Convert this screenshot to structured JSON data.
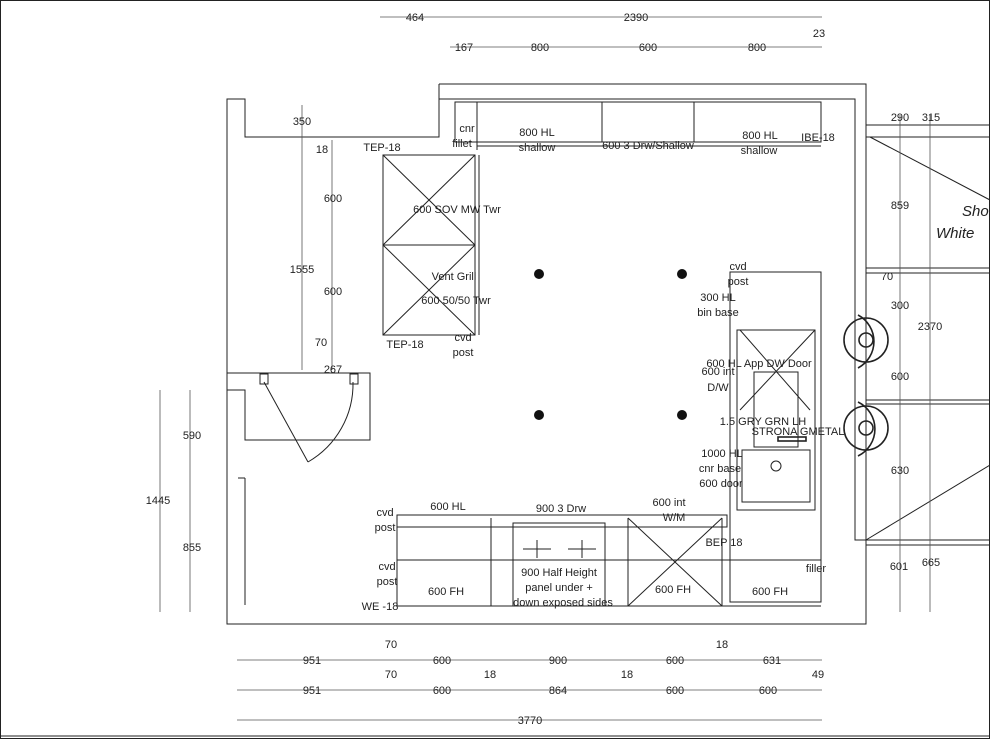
{
  "dimensions": {
    "top_row1": [
      "464",
      "2390"
    ],
    "top_row2": [
      "167",
      "800",
      "600",
      "800",
      "23"
    ],
    "left_inner": [
      "350",
      "18",
      "600",
      "1555",
      "600",
      "70",
      "267"
    ],
    "left_outer": [
      "590",
      "1445",
      "855"
    ],
    "right": [
      "290",
      "315",
      "859",
      "70",
      "300",
      "2370",
      "600",
      "630",
      "601",
      "665"
    ],
    "bottom_row1": [
      "951",
      "70",
      "600",
      "900",
      "18",
      "600",
      "631"
    ],
    "bottom_row2": [
      "951",
      "70",
      "18",
      "600",
      "864",
      "18",
      "600",
      "600",
      "49"
    ],
    "bottom_total": "3770"
  },
  "labels": {
    "tep18_top": "TEP-18",
    "cnr": "cnr",
    "fillet": "fillet",
    "hl800_left": "800 HL",
    "shallow_left": "shallow",
    "drw_shallow": "600 3 Drw/Shallow",
    "hl800_right": "800 HL",
    "shallow_right": "shallow",
    "ibe18": "IBE-18",
    "sov_mw": "600 SOV MW Twr",
    "vent_grill": "Vent Grill",
    "twr5050": "600 50/50 Twr",
    "cvd1": "cvd",
    "post1": "post",
    "tep18_bottom": "TEP-18",
    "cvd2": "cvd",
    "post2": "post",
    "hl300": "300 HL",
    "bin_base": "bin base",
    "app_dw": "600 HL App DW Door",
    "int600": "600 int",
    "dw": "D/W",
    "sink1": "1.5 GRY GRN LH",
    "sink2": "STRONA GMETAL",
    "hl1000": "1000 HL",
    "cnr_base": "cnr base",
    "door600": "600 door",
    "cvd3": "cvd",
    "post3": "post",
    "hl600": "600 HL",
    "drw900": "900 3 Drw",
    "int600b": "600 int",
    "wm": "W/M",
    "bep18": "BEP 18",
    "cvd4": "cvd",
    "post4": "post",
    "half1": "900 Half Height",
    "half2": "panel under +",
    "half3": "down exposed sides",
    "fh1": "600 FH",
    "fh2": "600 FH",
    "fh3": "600 FH",
    "filler": "filler",
    "we18": "WE -18",
    "show": "Sho",
    "white": "White"
  }
}
